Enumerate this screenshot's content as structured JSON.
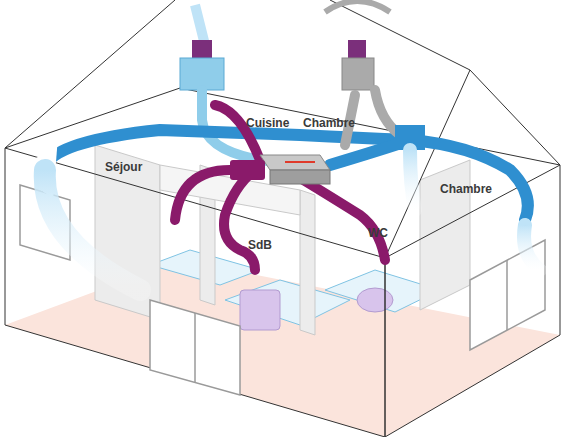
{
  "diagram": {
    "labels": [
      "Cuisine",
      "Chambre",
      "Séjour",
      "Chambre",
      "SdB",
      "WC"
    ]
  }
}
